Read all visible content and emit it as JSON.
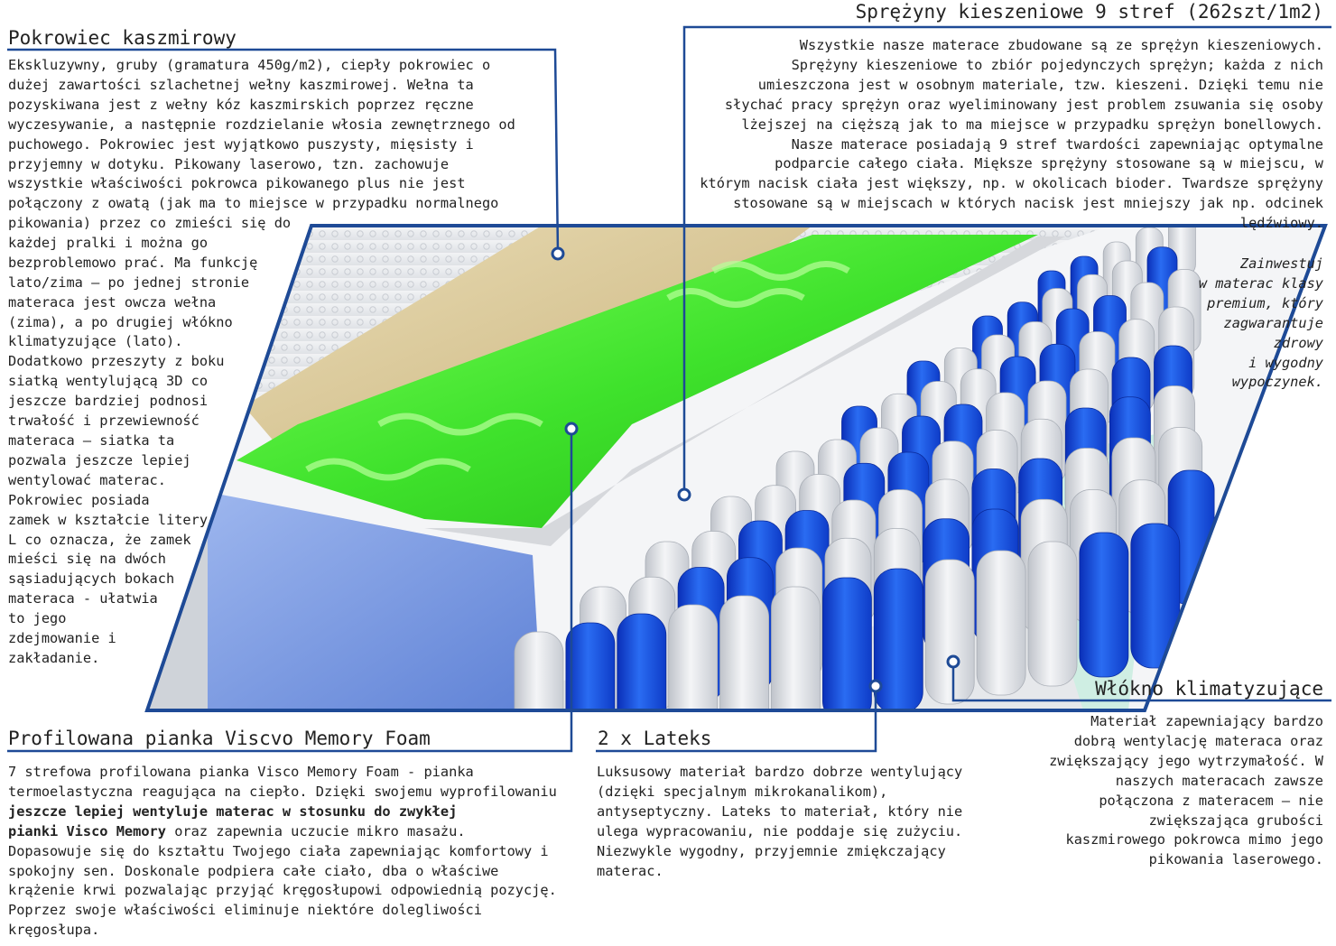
{
  "colors": {
    "frame": "#1e4a96",
    "spring_blue": "#1e5fe6",
    "spring_white": "#e8eaee",
    "memory_foam": "#39e02a",
    "latex_wool": "#dccba0",
    "side_panel": "#7f9fe0",
    "cover": "#eceef1",
    "fiber": "#bfeadc"
  },
  "icons": [
    "callout-dot-icon"
  ],
  "cover": {
    "title": "Pokrowiec kaszmirowy",
    "lines_wide": "Ekskluzywny, gruby (gramatura 450g/m2), ciepły pokrowiec o\ndużej zawartości szlachetnej wełny kaszmirowej. Wełna ta\npozyskiwana jest z wełny kóz kaszmirskich poprzez ręczne\nwyczesywanie, a następnie rozdzielanie włosia zewnętrznego od\npuchowego. Pokrowiec jest wyjątkowo puszysty, mięsisty i\nprzyjemny w dotyku. Pikowany laserowo, tzn. zachowuje\nwszystkie właściwości pokrowca pikowanego plus nie jest\npołączony z owatą (jak ma to miejsce w przypadku normalnego",
    "lines_narrow": "pikowania) przez co zmieści się do\nkażdej pralki i można go\nbezproblemowo prać. Ma funkcję\nlato/zima – po jednej stronie\nmateraca jest owcza wełna\n(zima), a po drugiej włókno\nklimatyzujące (lato).\nDodatkowo przeszyty z boku\nsiatką wentylującą 3D co\njeszcze bardziej podnosi\ntrwałość i przewiewność\nmateraca – siatka ta\npozwala jeszcze lepiej\nwentylować materac.\nPokrowiec posiada\nzamek w kształcie litery\nL co oznacza, że zamek\nmieści się na dwóch\nsąsiadujących bokach\nmateraca - ułatwia\nto jego\nzdejmowanie i\nzakładanie."
  },
  "springs": {
    "title": "Sprężyny kieszeniowe 9 stref (262szt/1m2)",
    "text": "Wszystkie nasze materace zbudowane są ze sprężyn kieszeniowych.\nSprężyny kieszeniowe to zbiór pojedynczych sprężyn; każda z nich\numieszczona jest w osobnym materiale, tzw. kieszeni.  Dzięki temu nie\nsłychać pracy sprężyn oraz wyeliminowany jest problem zsuwania się osoby\nlżejszej na cięższą jak to ma miejsce w przypadku sprężyn bonellowych.\nNasze materace posiadają 9 stref twardości zapewniając optymalne\npodparcie całego ciała. Miększe sprężyny stosowane są w miejscu, w\nktórym nacisk ciała jest większy, np. w okolicach bioder. Twardsze sprężyny\nstosowane są w miejscach w których nacisk jest mniejszy jak np. odcinek\nlędźwiowy.",
    "slogan": "Zainwestuj\nw materac klasy\npremium, który\nzagwarantuje\nzdrowy\ni wygodny\nwypoczynek."
  },
  "memory_foam": {
    "title": "Profilowana pianka Viscvo Memory Foam",
    "text_1": "7 strefowa profilowana pianka Visco Memory Foam - pianka\ntermoelastyczna reagująca na ciepło. Dzięki swojemu wyprofilowaniu\n",
    "text_bold": "jeszcze lepiej wentyluje materac w stosunku do zwykłej\npianki Visco Memory",
    "text_2": " oraz zapewnia uczucie mikro masażu.\nDopasowuje się do kształtu Twojego ciała zapewniając komfortowy i\nspokojny sen. Doskonale podpiera całe ciało, dba o właściwe\nkrążenie krwi pozwalając przyjąć kręgosłupowi odpowiednią pozycję.\nPoprzez swoje właściwości eliminuje niektóre dolegliwości\nkręgosłupa."
  },
  "latex": {
    "title": "2 x Lateks",
    "text": "Luksusowy materiał bardzo dobrze wentylujący\n(dzięki specjalnym mikrokanalikom),\nantyseptyczny. Lateks to materiał, który nie\nulega wypracowaniu, nie poddaje się zużyciu.\nNiezwykle wygodny, przyjemnie zmiękczający\nmaterac."
  },
  "fiber": {
    "title": "Włókno klimatyzujące",
    "text": "Materiał zapewniający bardzo\ndobrą wentylację materaca oraz\nzwiększający jego wytrzymałość. W\nnaszych materacach zawsze\npołączona z materacem – nie\nzwiększająca grubości\nkaszmirowego pokrowca mimo jego\npikowania laserowego."
  }
}
